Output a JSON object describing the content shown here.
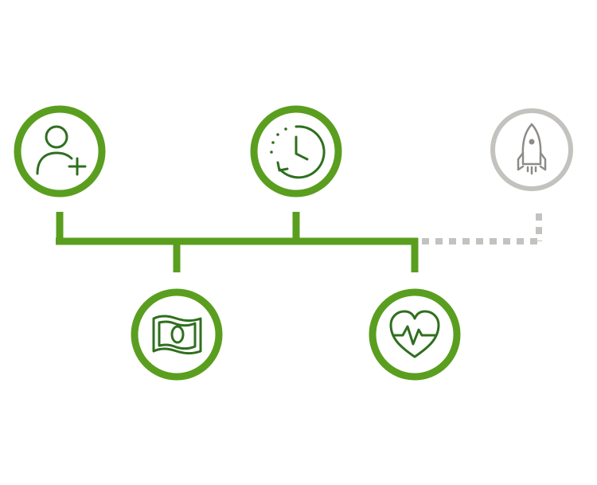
{
  "colors": {
    "active": "#5a9e1f",
    "icon_active": "#2f6f1f",
    "inactive": "#c4c2bf",
    "icon_inactive": "#8e8b88",
    "background": "#ffffff"
  },
  "nodes": [
    {
      "id": "add-user",
      "icon": "user-plus-icon",
      "state": "active"
    },
    {
      "id": "history",
      "icon": "clock-history-icon",
      "state": "active"
    },
    {
      "id": "launch",
      "icon": "rocket-icon",
      "state": "inactive"
    },
    {
      "id": "money",
      "icon": "banknote-icon",
      "state": "active"
    },
    {
      "id": "health",
      "icon": "heart-pulse-icon",
      "state": "active"
    }
  ],
  "connectors": {
    "solid_style": "solid",
    "future_style": "dotted"
  }
}
